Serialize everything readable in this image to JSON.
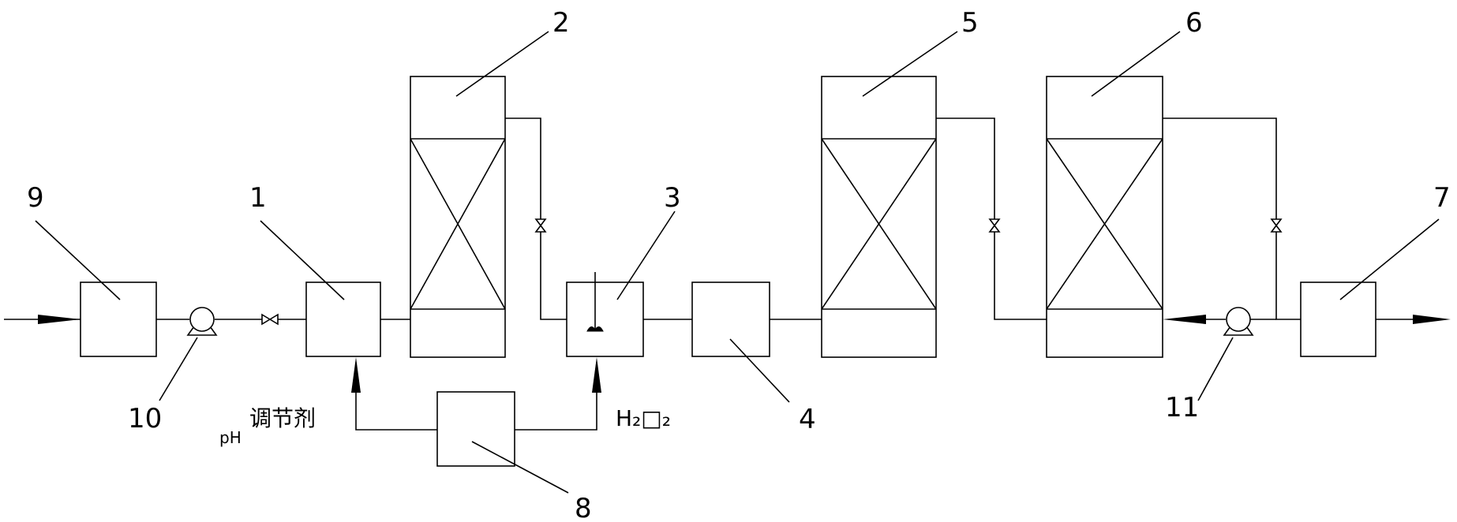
{
  "labels": {
    "n1": "1",
    "n2": "2",
    "n3": "3",
    "n4": "4",
    "n5": "5",
    "n6": "6",
    "n7": "7",
    "n8": "8",
    "n9": "9",
    "n10": "10",
    "n11": "11"
  },
  "reagents": {
    "ph_prefix": "pH",
    "ph_suffix": "调节剂",
    "h2o2": "H₂□₂"
  }
}
